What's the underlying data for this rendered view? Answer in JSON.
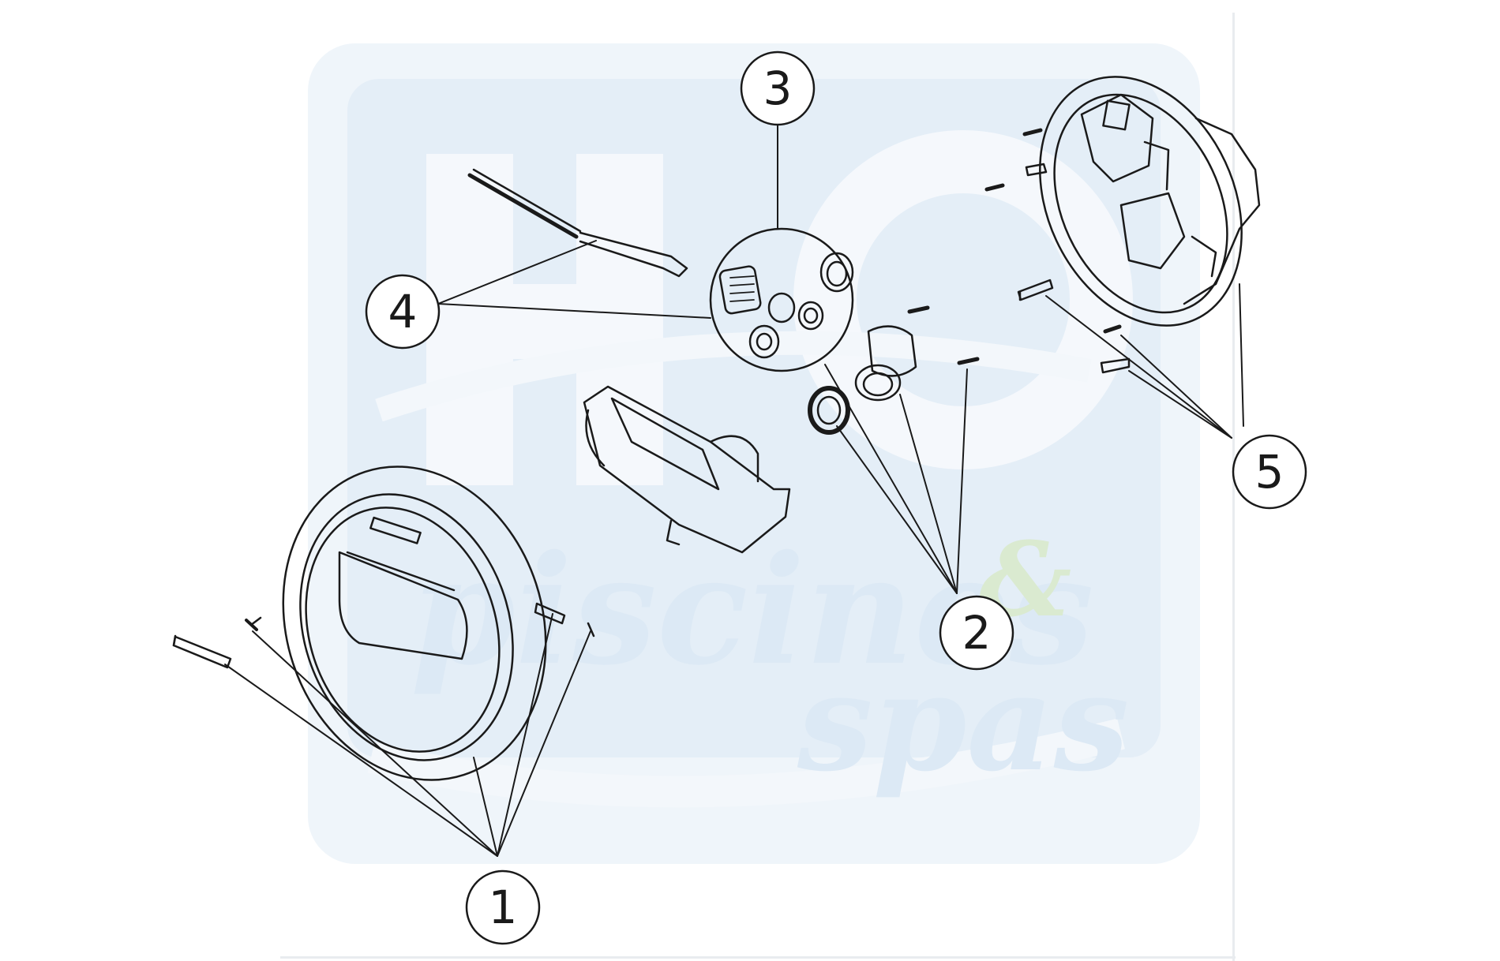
{
  "watermark": {
    "line1": "piscines",
    "amp": "&",
    "line2": "spas",
    "logo": "H2O",
    "colors": {
      "panel": "#e8f0f8",
      "tint": "#cfe1f2",
      "word": "#dbe9f6",
      "amp": "#d6e8cc"
    }
  },
  "callouts": [
    {
      "id": "1",
      "label": "1"
    },
    {
      "id": "2",
      "label": "2"
    },
    {
      "id": "3",
      "label": "3"
    },
    {
      "id": "4",
      "label": "4"
    },
    {
      "id": "5",
      "label": "5"
    }
  ],
  "colors": {
    "line": "#1a1a1a",
    "background": "#ffffff",
    "frame": "#e9ecef"
  }
}
